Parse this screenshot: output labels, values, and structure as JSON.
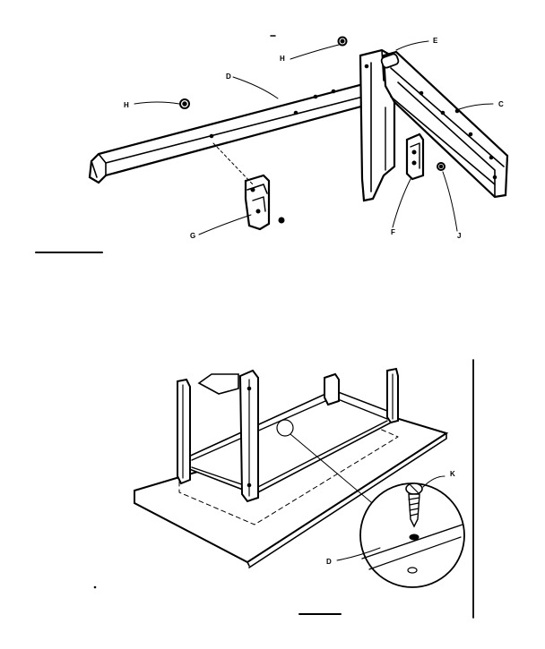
{
  "diagram": {
    "labels": {
      "E": "E",
      "H_top": "H",
      "D_top": "D",
      "H_left": "H",
      "C": "C",
      "G": "G",
      "F": "F",
      "J": "J",
      "K": "K",
      "D_bottom": "D"
    },
    "ink_color": "#000000",
    "paper_color": "#ffffff"
  }
}
